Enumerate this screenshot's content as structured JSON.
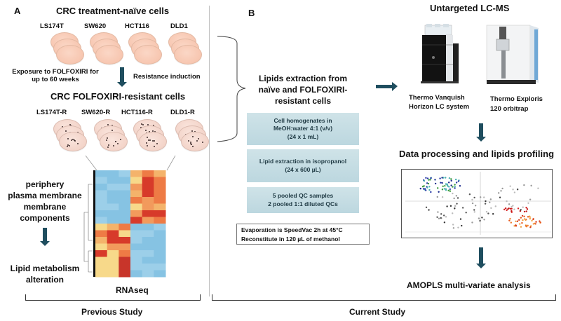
{
  "panel_a": {
    "letter": "A",
    "naive_title": "CRC treatment-naïve cells",
    "naive_lines": [
      "LS174T",
      "SW620",
      "HCT116",
      "DLD1"
    ],
    "exposure_text_1": "Exposure to FOLFOXIRI for",
    "exposure_text_2": "up to 60 weeks",
    "resistance_text": "Resistance induction",
    "resistant_title": "CRC  FOLFOXIRI-resistant cells",
    "resistant_lines": [
      "LS174T-R",
      "SW620-R",
      "HCT116-R",
      "DLD1-R"
    ],
    "go_terms": [
      "periphery",
      "plasma membrane",
      "membrane",
      "components"
    ],
    "outcome_1": "Lipid metabolism",
    "outcome_2": "alteration",
    "heatmap_label": "RNAseq",
    "footer": "Previous Study"
  },
  "panel_b": {
    "letter": "B",
    "extraction_title_1": "Lipids extraction from",
    "extraction_title_2": "naïve and FOLFOXIRI-",
    "extraction_title_3": "resistant cells",
    "steps": [
      {
        "l1": "Cell homogenates in",
        "l2": "MeOH:water 4:1 (v/v)",
        "l3": "(24 x 1 mL)"
      },
      {
        "l1": "Lipid extraction in isopropanol",
        "l2": "(24 x 600 µL)",
        "l3": ""
      },
      {
        "l1": "5 pooled QC samples",
        "l2": "2 pooled 1:1 diluted QCs",
        "l3": ""
      }
    ],
    "note_1": "Evaporation is SpeedVac 2h at 45°C",
    "note_2": "Reconstitute in 120 µL of methanol",
    "lcms_title": "Untargeted LC-MS",
    "instrument_1_l1": "Thermo Vanquish",
    "instrument_1_l2": "Horizon LC system",
    "instrument_2_l1": "Thermo Exploris",
    "instrument_2_l2": "120 orbitrap",
    "processing_title": "Data processing and lipids profiling",
    "analysis_title": "AMOPLS multi-variate analysis",
    "footer": "Current Study"
  },
  "colors": {
    "arrow": "#1f4e5f",
    "step_box": "#c6dde4",
    "heat_blue": "#7fbfe0",
    "heat_orange": "#f29a5c",
    "heat_red": "#d73a2a",
    "heat_yellow": "#f7d98a"
  }
}
